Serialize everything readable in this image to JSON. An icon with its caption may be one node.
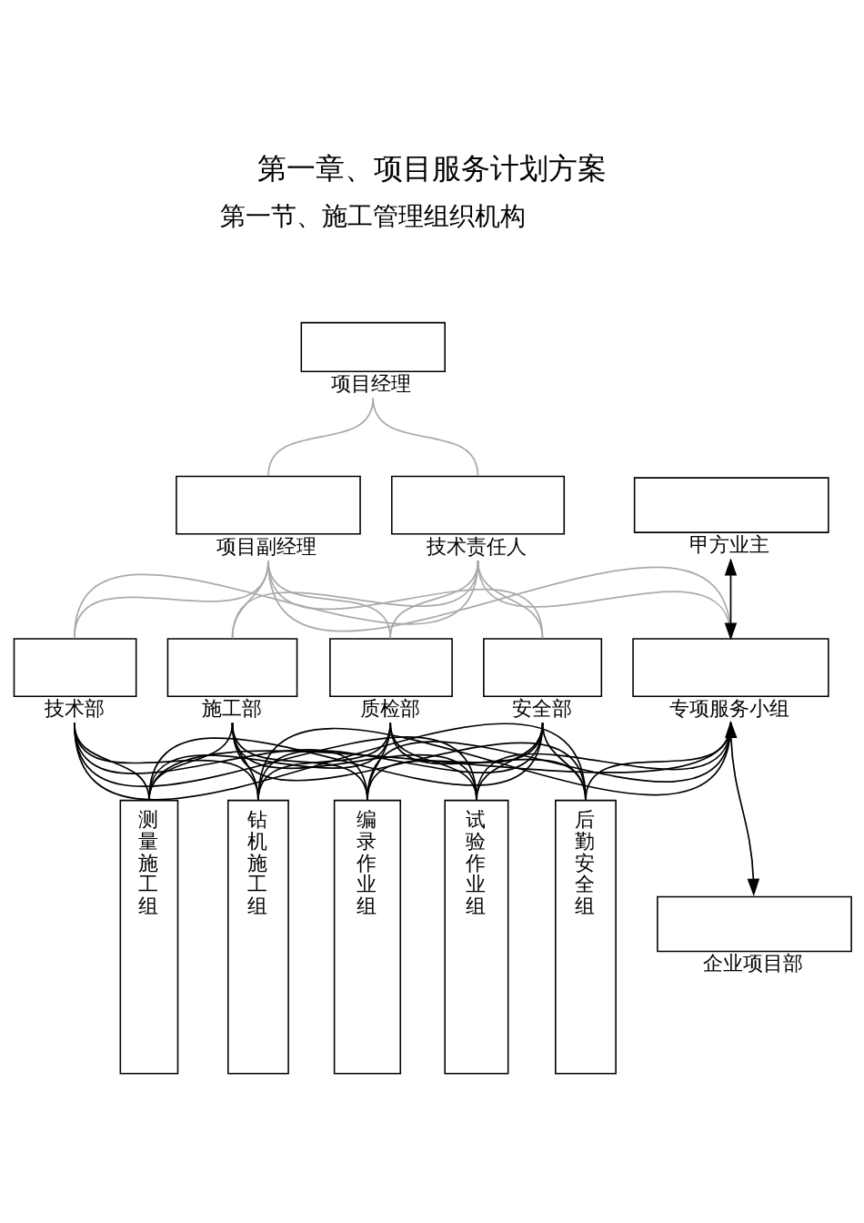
{
  "diagram": {
    "title": "第一章、项目服务计划方案",
    "nodes": [
      {
        "text": [
          "项目经理"
        ]
      },
      {
        "text": [
          "项目副经理"
        ]
      },
      {
        "text": [
          "技术责任人"
        ]
      },
      {
        "text": [
          "甲方业主"
        ]
      },
      {
        "text": [
          "技术部"
        ]
      },
      {
        "text": [
          "施工部"
        ]
      },
      {
        "text": [
          "质检部"
        ]
      },
      {
        "text": [
          "安全部"
        ]
      },
      {
        "text": [
          "专项服务小组"
        ]
      },
      {
        "text": [
          "企业项目部"
        ]
      },
      {
        "text": [
          "测量施工组"
        ]
      },
      {
        "text": [
          "钻机施工组"
        ]
      },
      {
        "text": [
          "编录作业组"
        ]
      },
      {
        "text": [
          "试验作业组"
        ]
      },
      {
        "text": [
          "后勤安全组"
        ]
      }
    ],
    "edges": [
      {
        "from": 0,
        "to": 1,
        "arrow": "none",
        "color": "#aaaaaa"
      },
      {
        "from": 0,
        "to": 2,
        "arrow": "none",
        "color": "#aaaaaa"
      },
      {
        "from": 1,
        "to": 4,
        "arrow": "none",
        "color": "#aaaaaa"
      },
      {
        "from": 1,
        "to": 5,
        "arrow": "none",
        "color": "#aaaaaa"
      },
      {
        "from": 1,
        "to": 6,
        "arrow": "none",
        "color": "#aaaaaa"
      },
      {
        "from": 1,
        "to": 7,
        "arrow": "none",
        "color": "#aaaaaa"
      },
      {
        "from": 1,
        "to": 8,
        "arrow": "none",
        "color": "#aaaaaa"
      },
      {
        "from": 2,
        "to": 4,
        "arrow": "none",
        "color": "#aaaaaa"
      },
      {
        "from": 2,
        "to": 5,
        "arrow": "none",
        "color": "#aaaaaa"
      },
      {
        "from": 2,
        "to": 6,
        "arrow": "none",
        "color": "#aaaaaa"
      },
      {
        "from": 2,
        "to": 7,
        "arrow": "none",
        "color": "#aaaaaa"
      },
      {
        "from": 2,
        "to": 8,
        "arrow": "none",
        "color": "#aaaaaa"
      },
      {
        "from": 4,
        "to": 10,
        "arrow": "none"
      },
      {
        "from": 4,
        "to": 11,
        "arrow": "none"
      },
      {
        "from": 4,
        "to": 12,
        "arrow": "none"
      },
      {
        "from": 4,
        "to": 13,
        "arrow": "none"
      },
      {
        "from": 4,
        "to": 14,
        "arrow": "none"
      },
      {
        "from": 5,
        "to": 10,
        "arrow": "none"
      },
      {
        "from": 5,
        "to": 11,
        "arrow": "none"
      },
      {
        "from": 5,
        "to": 12,
        "arrow": "none"
      },
      {
        "from": 5,
        "to": 13,
        "arrow": "none"
      },
      {
        "from": 5,
        "to": 14,
        "arrow": "none"
      },
      {
        "from": 6,
        "to": 10,
        "arrow": "none"
      },
      {
        "from": 6,
        "to": 11,
        "arrow": "none"
      },
      {
        "from": 6,
        "to": 12,
        "arrow": "none"
      },
      {
        "from": 6,
        "to": 13,
        "arrow": "none"
      },
      {
        "from": 6,
        "to": 14,
        "arrow": "none"
      },
      {
        "from": 7,
        "to": 10,
        "arrow": "none"
      },
      {
        "from": 7,
        "to": 11,
        "arrow": "none"
      },
      {
        "from": 7,
        "to": 12,
        "arrow": "none"
      },
      {
        "from": 7,
        "to": 13,
        "arrow": "none"
      },
      {
        "from": 7,
        "to": 14,
        "arrow": "none"
      },
      {
        "from": 8,
        "to": 10,
        "arrow": "none"
      },
      {
        "from": 8,
        "to": 11,
        "arrow": "none"
      },
      {
        "from": 8,
        "to": 12,
        "arrow": "none"
      },
      {
        "from": 8,
        "to": 13,
        "arrow": "none"
      },
      {
        "from": 8,
        "to": 14,
        "arrow": "none"
      },
      {
        "from": 3,
        "to": 8,
        "arrow": "both"
      },
      {
        "from": 8,
        "to": 9,
        "arrow": "both"
      }
    ],
    "labels": [
      "第一节、施工管理组织机构"
    ]
  }
}
